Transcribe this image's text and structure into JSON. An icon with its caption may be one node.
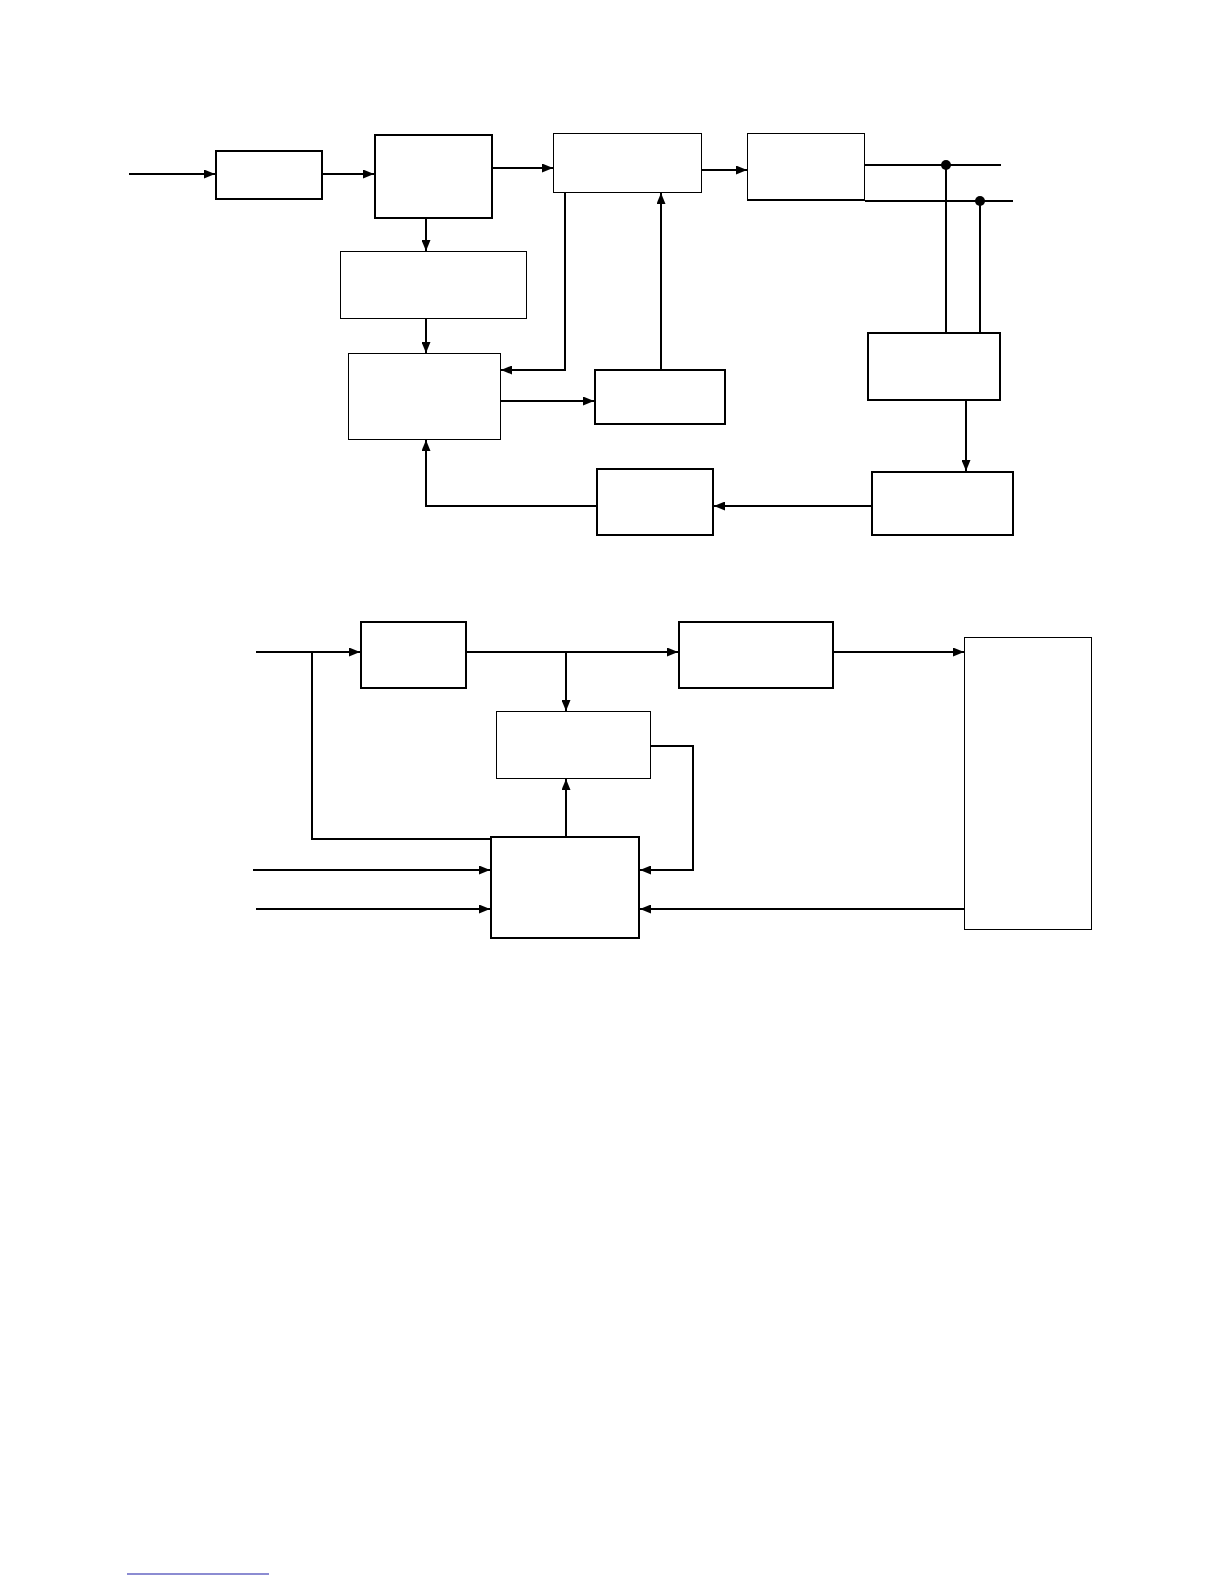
{
  "diagram": {
    "nodes": [
      {
        "text": [],
        "shape": "box"
      },
      {
        "text": [],
        "shape": "box"
      },
      {
        "text": [],
        "shape": "box"
      },
      {
        "text": [],
        "shape": "box"
      },
      {
        "text": [],
        "shape": "box"
      },
      {
        "text": [],
        "shape": "box"
      },
      {
        "text": [],
        "shape": "box"
      },
      {
        "text": [],
        "shape": "box"
      },
      {
        "text": [],
        "shape": "box"
      },
      {
        "text": [],
        "shape": "box"
      },
      {
        "text": [],
        "shape": "box"
      },
      {
        "text": [],
        "shape": "box"
      },
      {
        "text": [],
        "shape": "box"
      },
      {
        "text": [],
        "shape": "box"
      },
      {
        "text": [],
        "shape": "box"
      }
    ],
    "edges": [
      {
        "from": null,
        "to": 0,
        "arrow": "to"
      },
      {
        "from": 0,
        "to": 1,
        "arrow": "to"
      },
      {
        "from": 1,
        "to": 2,
        "arrow": "to"
      },
      {
        "from": 1,
        "to": 4,
        "arrow": "to"
      },
      {
        "from": 4,
        "to": 5,
        "arrow": "to"
      },
      {
        "from": 2,
        "to": 5,
        "arrow": "to"
      },
      {
        "from": 5,
        "to": 6,
        "arrow": "to"
      },
      {
        "from": 6,
        "to": 2,
        "arrow": "to"
      },
      {
        "from": 2,
        "to": 3,
        "arrow": "to"
      },
      {
        "from": 3,
        "to": null,
        "arrow": "none"
      },
      {
        "from": 3,
        "to": null,
        "arrow": "none"
      },
      {
        "from": 3,
        "to": 7,
        "arrow": "none"
      },
      {
        "from": 3,
        "to": 7,
        "arrow": "none"
      },
      {
        "from": 7,
        "to": 9,
        "arrow": "to"
      },
      {
        "from": 9,
        "to": 8,
        "arrow": "to"
      },
      {
        "from": 8,
        "to": 5,
        "arrow": "to"
      },
      {
        "from": null,
        "to": 10,
        "arrow": "to"
      },
      {
        "from": null,
        "to": 14,
        "arrow": "none"
      },
      {
        "from": 10,
        "to": 11,
        "arrow": "to"
      },
      {
        "from": 10,
        "to": 13,
        "arrow": "to"
      },
      {
        "from": 11,
        "to": 12,
        "arrow": "to"
      },
      {
        "from": 14,
        "to": 13,
        "arrow": "to"
      },
      {
        "from": 13,
        "to": 14,
        "arrow": "to"
      },
      {
        "from": null,
        "to": 14,
        "arrow": "to"
      },
      {
        "from": null,
        "to": 14,
        "arrow": "to"
      },
      {
        "from": 12,
        "to": 14,
        "arrow": "to"
      }
    ]
  }
}
